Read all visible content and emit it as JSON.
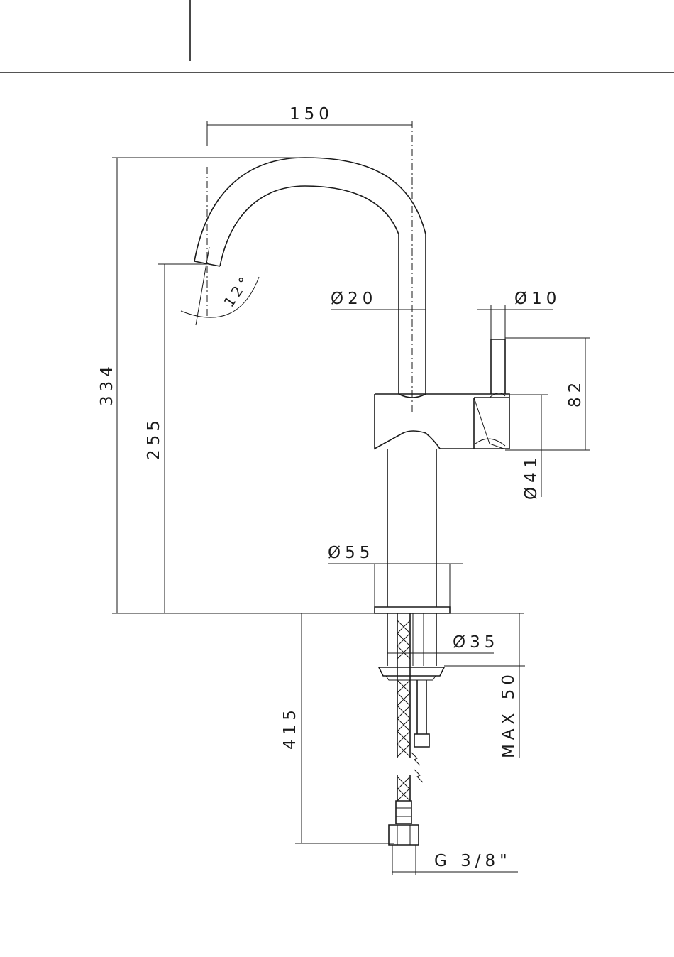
{
  "drawing": {
    "dimensions": {
      "spout_reach": "150",
      "overall_height": "334",
      "spout_height": "255",
      "spout_angle": "12°",
      "spout_diameter": "Ø20",
      "lever_diameter": "Ø10",
      "lever_height": "82",
      "body_diameter": "Ø41",
      "base_diameter": "Ø55",
      "shank_diameter": "Ø35",
      "hose_length": "415",
      "max_deck_thickness": "MAX 50",
      "connection_thread": "G 3/8\""
    }
  }
}
